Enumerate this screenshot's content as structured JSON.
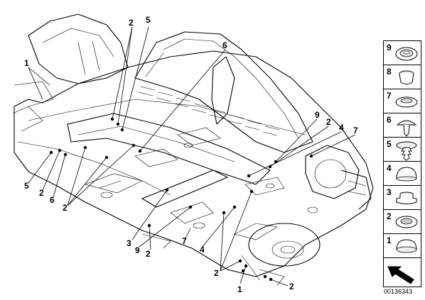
{
  "diagram": {
    "callouts": [
      {
        "id": "c2a",
        "label": "2"
      },
      {
        "id": "c5a",
        "label": "5"
      },
      {
        "id": "c6a",
        "label": "6"
      },
      {
        "id": "c1a",
        "label": "1"
      },
      {
        "id": "c9a",
        "label": "9"
      },
      {
        "id": "c2b",
        "label": "2"
      },
      {
        "id": "c4a",
        "label": "4"
      },
      {
        "id": "c7a",
        "label": "7"
      },
      {
        "id": "c5b",
        "label": "5"
      },
      {
        "id": "c2c",
        "label": "2"
      },
      {
        "id": "c6b",
        "label": "6"
      },
      {
        "id": "c2d",
        "label": "2"
      },
      {
        "id": "c3a",
        "label": "3"
      },
      {
        "id": "c9b",
        "label": "9"
      },
      {
        "id": "c2e",
        "label": "2"
      },
      {
        "id": "c7b",
        "label": "7"
      },
      {
        "id": "c4b",
        "label": "4"
      },
      {
        "id": "c2f",
        "label": "2"
      },
      {
        "id": "c1b",
        "label": "1"
      },
      {
        "id": "c2g",
        "label": "2"
      }
    ]
  },
  "legend": {
    "items": [
      {
        "label": "9",
        "icon": "flat-grommet-icon"
      },
      {
        "label": "8",
        "icon": "cup-plug-icon"
      },
      {
        "label": "7",
        "icon": "flat-disc-plug-icon"
      },
      {
        "label": "6",
        "icon": "mushroom-clip-icon"
      },
      {
        "label": "5",
        "icon": "fir-tree-clip-icon"
      },
      {
        "label": "4",
        "icon": "dome-cap-icon"
      },
      {
        "label": "3",
        "icon": "stepped-plug-icon"
      },
      {
        "label": "2",
        "icon": "ring-grommet-icon"
      },
      {
        "label": "1",
        "icon": "blind-plug-icon"
      }
    ],
    "arrow_icon": "direction-arrow-icon"
  },
  "doc_id": "00136343"
}
